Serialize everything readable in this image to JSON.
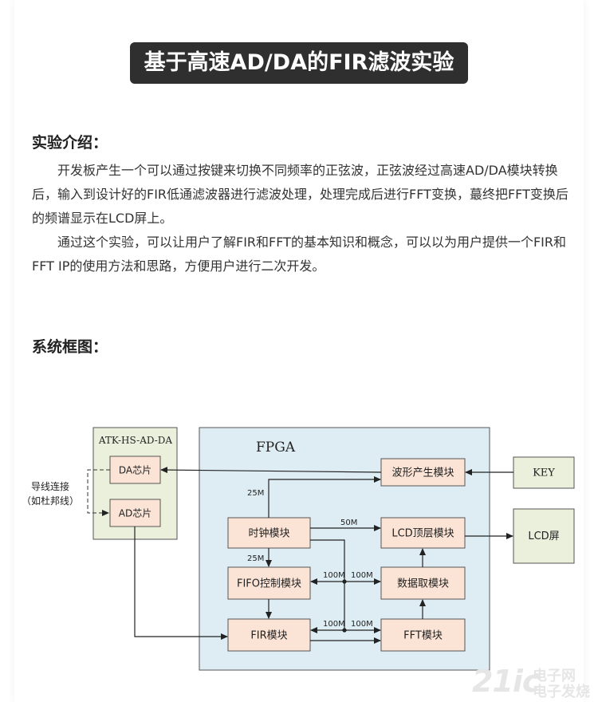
{
  "title": "基于高速AD/DA的FIR滤波实验",
  "intro": {
    "heading": "实验介绍：",
    "p1": "开发板产生一个可以通过按键来切换不同频率的正弦波，正弦波经过高速AD/DA模块转换后，输入到设计好的FIR低通滤波器进行滤波处理，处理完成后进行FFT变换，蕞终把FFT变换后的频谱显示在LCD屏上。",
    "p2": "通过这个实验，可以让用户了解FIR和FFT的基本知识和概念，可以以为用户提供一个FIR和FFT IP的使用方法和思路，方便用户进行二次开发。"
  },
  "system": {
    "heading": "系统框图："
  },
  "diagram": {
    "atk_label": "ATK-HS-AD-DA",
    "fpga_label": "FPGA",
    "da_chip": "DA芯片",
    "ad_chip": "AD芯片",
    "wire_label_1": "导线连接",
    "wire_label_2": "（如杜邦线）",
    "wave_gen": "波形产生模块",
    "key": "KEY",
    "clock": "时钟模块",
    "lcd_top": "LCD顶层模块",
    "lcd_screen": "LCD屏",
    "fifo_ctrl": "FIFO控制模块",
    "data_fetch": "数据取模块",
    "fir": "FIR模块",
    "fft": "FFT模块",
    "freq_25m_a": "25M",
    "freq_25m_b": "25M",
    "freq_50m": "50M",
    "freq_100m_1": "100M",
    "freq_100m_2": "100M",
    "freq_100m_3": "100M",
    "freq_100m_4": "100M",
    "colors": {
      "fpga_fill": "#deedf3",
      "atk_fill": "#ebf0dc",
      "module_fill": "#fbe4d5",
      "ext_fill": "#ebf0dc"
    }
  },
  "watermark": {
    "num": "21ic",
    "cn1": "电子网",
    "cn2": "电子发烧"
  }
}
